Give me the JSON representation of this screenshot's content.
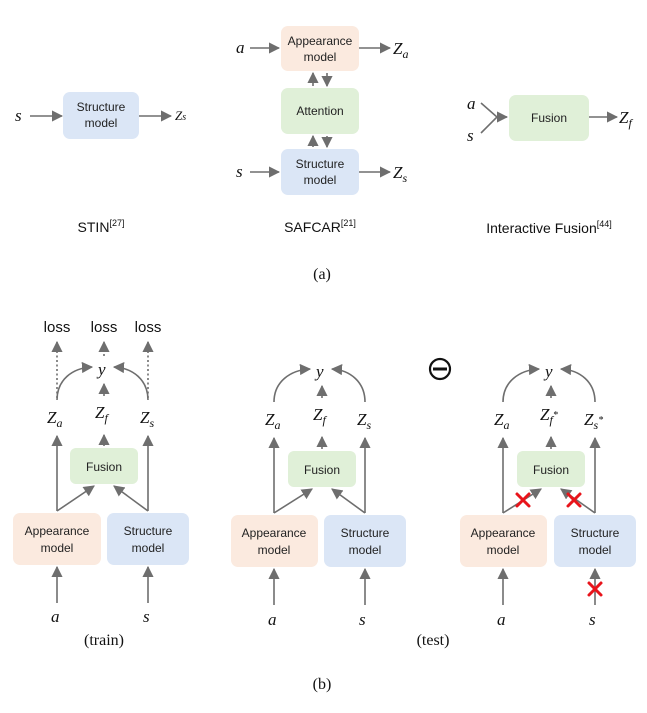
{
  "colors": {
    "appearance_fill": "#fbeadf",
    "structure_fill": "#dbe6f6",
    "green_fill": "#e0f0d8",
    "arrow": "#6e6e6e",
    "cross": "#e8141b"
  },
  "boxes": {
    "structure": [
      "Structure",
      "model"
    ],
    "appearance": [
      "Appearance",
      "model"
    ],
    "attention": "Attention",
    "fusion": "Fusion"
  },
  "vars": {
    "a": "a",
    "s": "s",
    "y": "y",
    "Z": "Z",
    "sub_a": "a",
    "sub_s": "s",
    "sub_f": "f",
    "star": "*"
  },
  "panel_a": {
    "methods": [
      {
        "name": "STIN",
        "ref": "[27]"
      },
      {
        "name": "SAFCAR",
        "ref": "[21]"
      },
      {
        "name": "Interactive Fusion",
        "ref": "[44]"
      }
    ],
    "label": "(a)"
  },
  "panel_b": {
    "loss": "loss",
    "train": "(train)",
    "test": "(test)",
    "label": "(b)",
    "minus_icon": "minus-circle-icon"
  }
}
